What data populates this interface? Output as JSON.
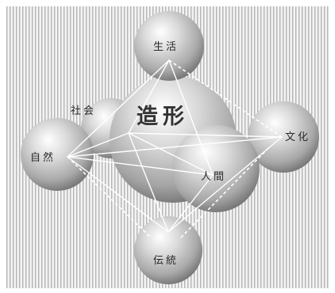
{
  "diagram": {
    "center_label": "造形",
    "nodes": {
      "top": "生活",
      "left": "自然",
      "right": "文化",
      "bottom": "伝統",
      "upper_left": "社会",
      "lower_right": "人間"
    }
  },
  "colors": {
    "sphere_highlight": "#ffffff",
    "sphere_mid": "#c9c9c9",
    "sphere_shadow": "#6f6f6f",
    "stripe": "#b4b4b4",
    "connector": "#ffffff"
  }
}
